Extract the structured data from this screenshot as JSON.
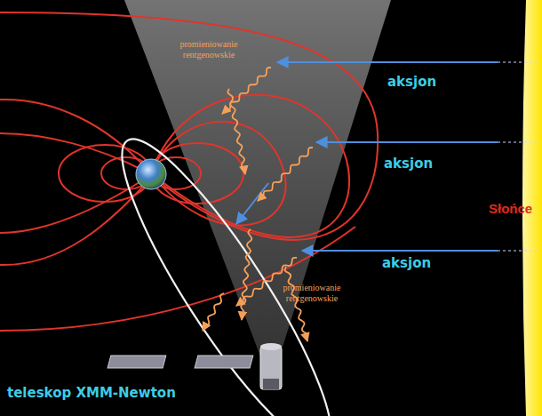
{
  "diagram": {
    "labels": [
      "promieniowanie rentgenowskie",
      "aksjon",
      "aksjon",
      "Słońce",
      "promieniowanie rentgenowskie",
      "aksjon",
      "teleskop XMM-Newton"
    ]
  }
}
